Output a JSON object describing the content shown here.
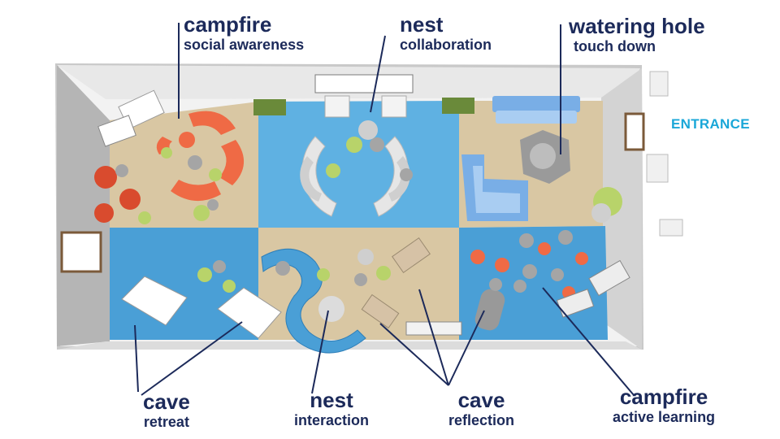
{
  "labels": {
    "campfire_social": {
      "title": "campfire",
      "subtitle": "social awareness"
    },
    "nest_collab": {
      "title": "nest",
      "subtitle": "collaboration"
    },
    "watering_hole": {
      "title": "watering hole",
      "subtitle": "touch down"
    },
    "cave_retreat": {
      "title": "cave",
      "subtitle": "retreat"
    },
    "nest_interaction": {
      "title": "nest",
      "subtitle": "interaction"
    },
    "cave_reflection": {
      "title": "cave",
      "subtitle": "reflection"
    },
    "campfire_active": {
      "title": "campfire",
      "subtitle": "active learning"
    }
  },
  "entrance": "ENTRANCE",
  "colors": {
    "label_text": "#1c2a5a",
    "entrance_text": "#1aa7d8",
    "floor_wood": "#d9c7a3",
    "floor_blue": "#5fb1e2",
    "floor_blue_dark": "#4a9fd6",
    "wall": "#eeeeee",
    "wall_shade": "#b9b9b9",
    "chair_orange": "#ef6a45",
    "chair_green": "#b8d36a",
    "seat_grey": "#a5a5a5",
    "sofa_blue": "#79aee6"
  }
}
